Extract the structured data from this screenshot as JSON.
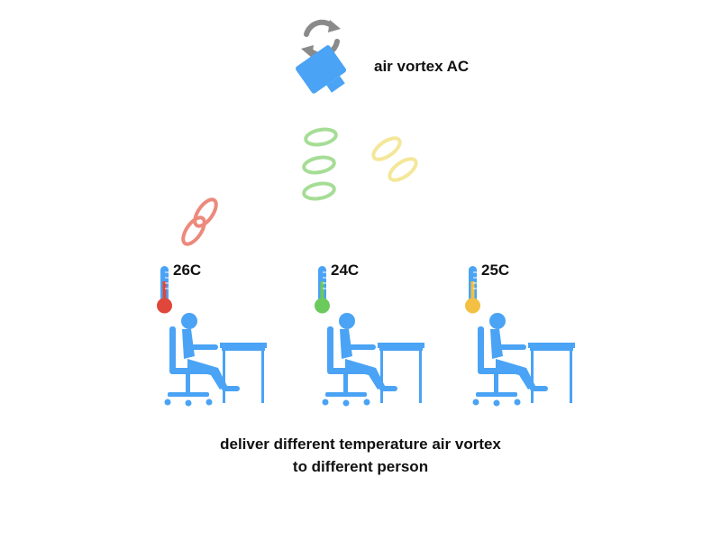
{
  "ac": {
    "label": "air vortex AC",
    "icon": "air-vortex-ac-icon",
    "color": "#4aa3f5"
  },
  "stations": [
    {
      "temperature": "26C",
      "level_color": "#e0463a",
      "vortex_color": "#ec8a7c"
    },
    {
      "temperature": "24C",
      "level_color": "#6cc95c",
      "vortex_color": "#a6dd96"
    },
    {
      "temperature": "25C",
      "level_color": "#f2c043",
      "vortex_color": "#f4e79a"
    }
  ],
  "caption": {
    "line1": "deliver different temperature air vortex",
    "line2": "to different person"
  },
  "colors": {
    "person": "#4aa3f5",
    "thermometer": "#4aa3f5"
  }
}
